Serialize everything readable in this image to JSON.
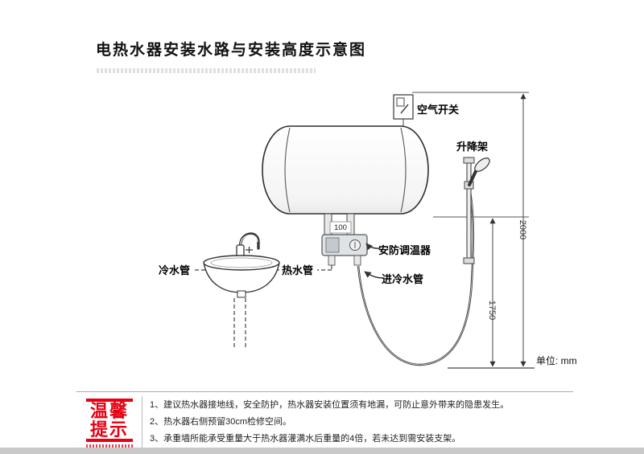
{
  "title": "电热水器安装水路与安装高度示意图",
  "diagram": {
    "labels": {
      "air_switch": "空气开关",
      "lift_bracket": "升降架",
      "cold_water_pipe": "冷水管",
      "hot_water_pipe": "热水管",
      "thermostat": "安防调温器",
      "cold_inlet_pipe": "进冷水管"
    },
    "dimensions": {
      "pipe_spacing": "100",
      "height_total": "2000",
      "height_bottom": "1750",
      "unit": "单位: mm"
    }
  },
  "tips": {
    "title_line1": "温馨",
    "title_line2": "提示",
    "items": [
      "1、建议热水器接地线，安全防护，热水器安装位置须有地漏，可防止意外带来的隐患发生。",
      "2、热水器右侧预留30cm检修空间。",
      "3、承重墙所能承受重量大于热水器灌满水后重量的4倍，若未达到需安装支架。"
    ]
  },
  "colors": {
    "accent_red": "#e60012",
    "line_dark": "#2e2e2e",
    "dim_line": "#444444",
    "bottom_band": "#c9c9c9"
  }
}
